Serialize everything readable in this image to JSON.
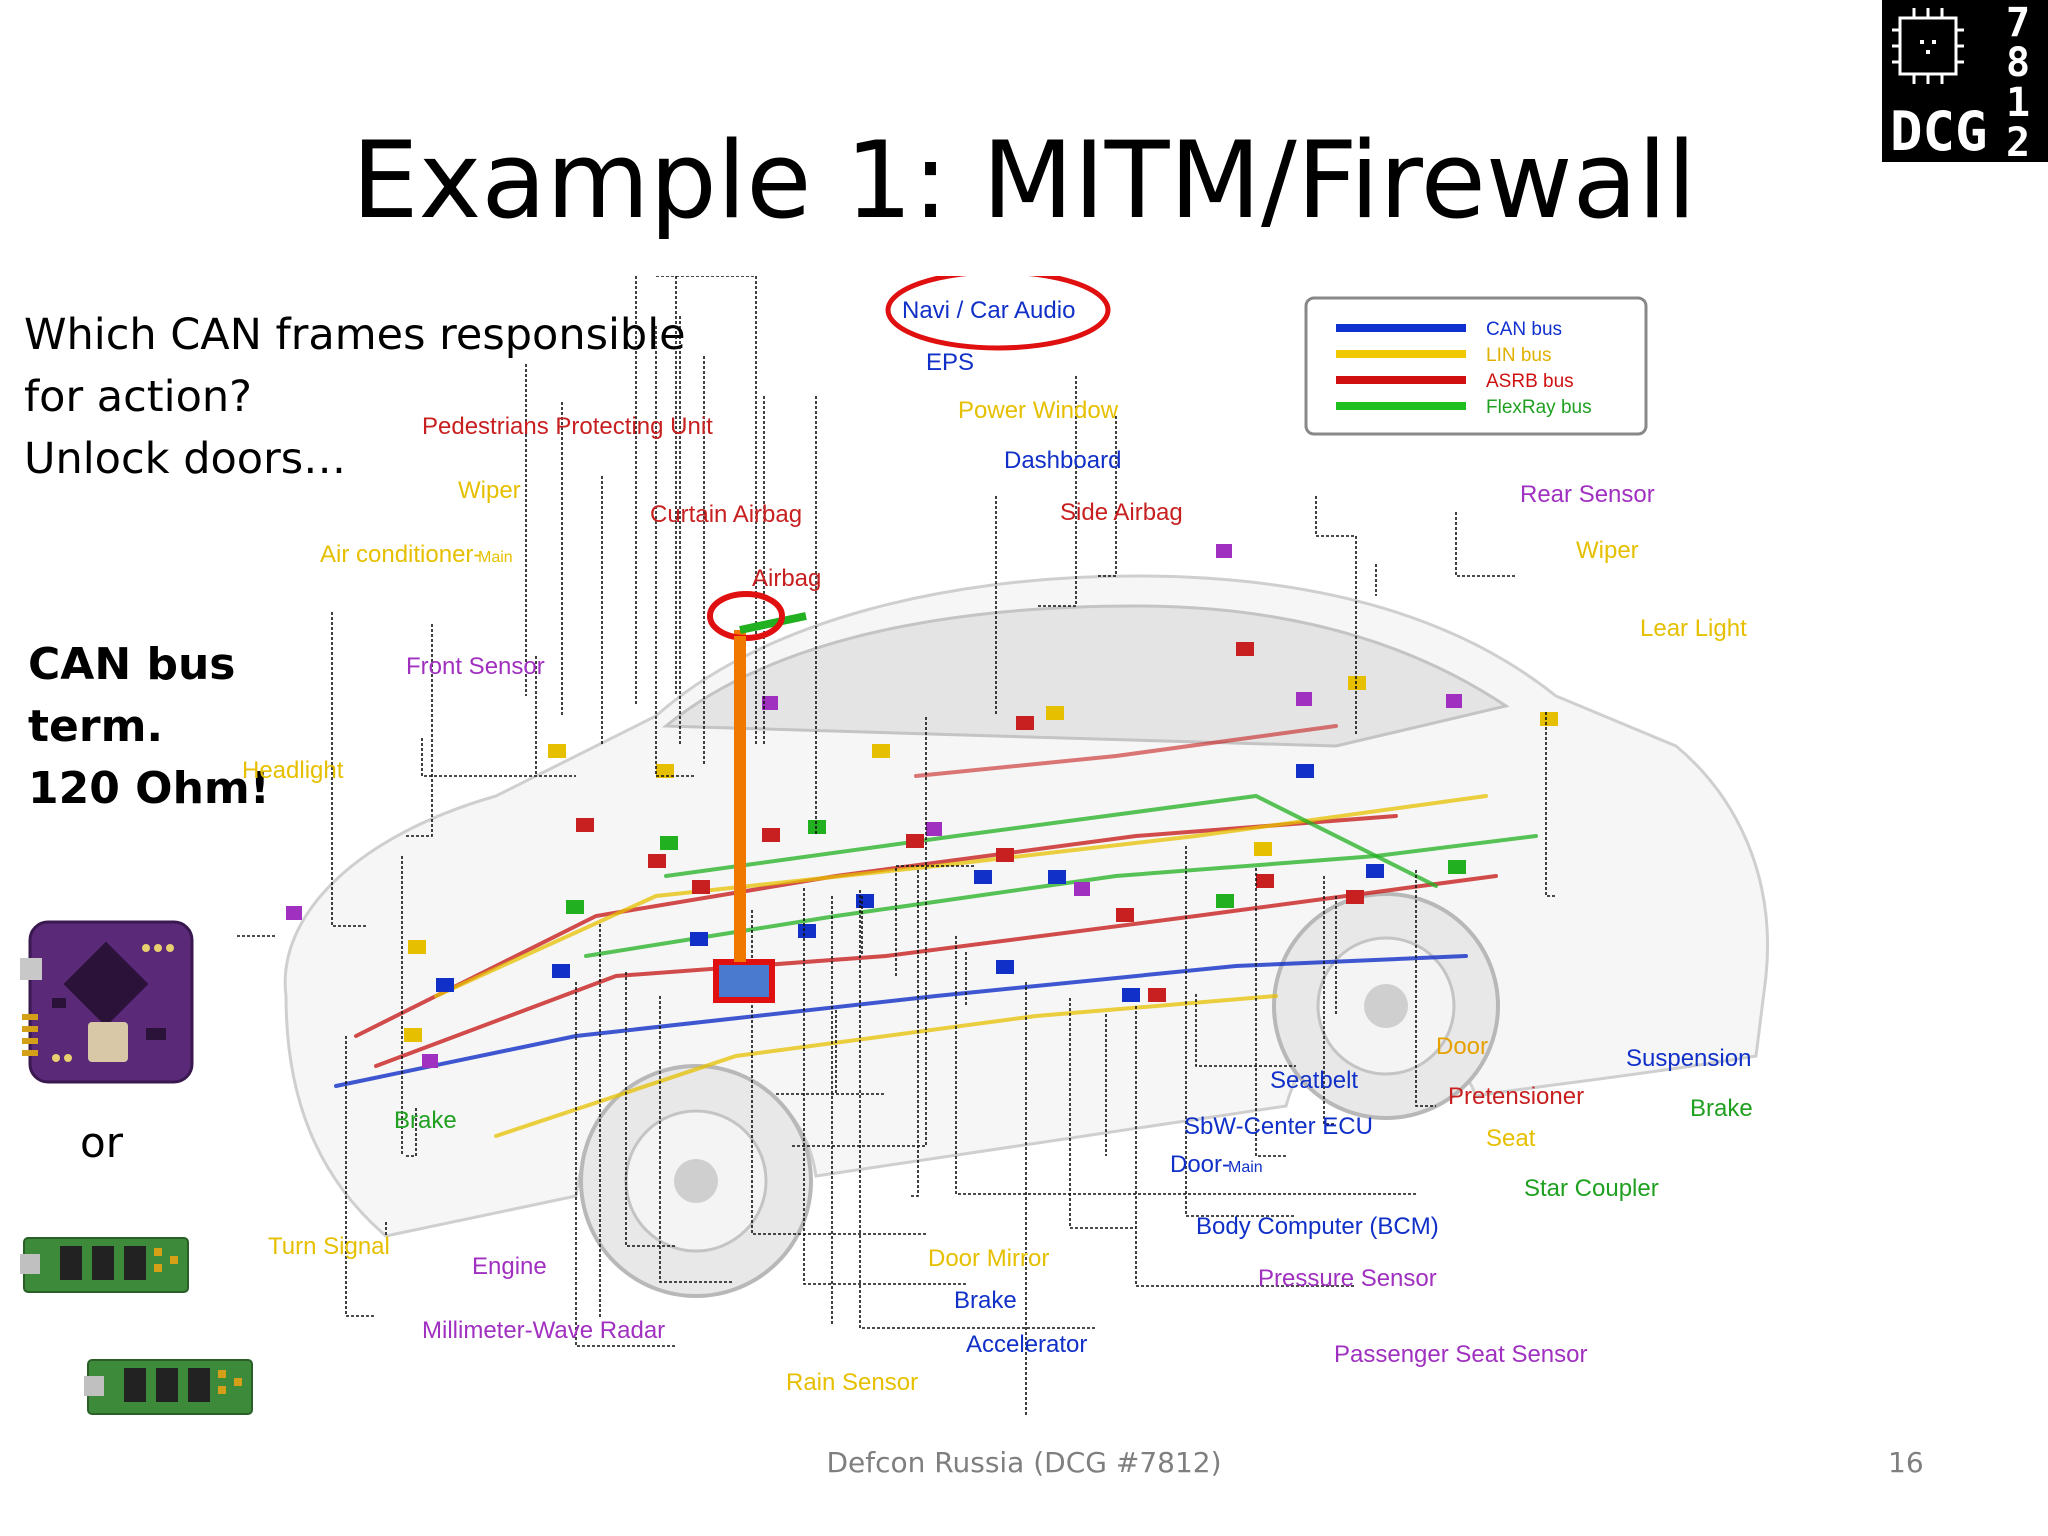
{
  "slide": {
    "title": "Example 1: MITM/Firewall",
    "question_lines": [
      "Which CAN frames responsible",
      "for action?",
      "Unlock doors…"
    ],
    "term_lines": [
      "CAN bus",
      "term.",
      "120 Ohm!"
    ],
    "or_label": "or",
    "footer": "Defcon Russia (DCG #7812)",
    "page_number": "16"
  },
  "logo": {
    "text": "DCG",
    "digits": [
      "7",
      "8",
      "1",
      "2"
    ]
  },
  "legend": [
    {
      "label": "CAN bus",
      "color": "#1030d0"
    },
    {
      "label": "LIN bus",
      "color": "#f0c800"
    },
    {
      "label": "ASRB bus",
      "color": "#d01010"
    },
    {
      "label": "FlexRay bus",
      "color": "#20c020"
    }
  ],
  "labels": {
    "navi": "Navi / Car Audio",
    "eps": "EPS",
    "power_window": "Power Window",
    "dashboard": "Dashboard",
    "side_airbag": "Side Airbag",
    "ped_unit": "Pedestrians Protecting Unit",
    "wiper_front": "Wiper",
    "curtain_airbag": "Curtain Airbag",
    "airbag": "Airbag",
    "air_cond": "Air conditioner-",
    "air_cond_sub": "Main",
    "front_sensor": "Front Sensor",
    "headlight": "Headlight",
    "rear_sensor": "Rear Sensor",
    "wiper_rear": "Wiper",
    "rear_light": "Lear Light",
    "door": "Door",
    "suspension": "Suspension",
    "seatbelt": "Seatbelt",
    "pretensioner": "Pretensioner",
    "brake_right": "Brake",
    "sbw": "SbW-Center ECU",
    "seat": "Seat",
    "door_main": "Door-",
    "door_main_sub": "Main",
    "star_coupler": "Star Coupler",
    "bcm": "Body Computer (BCM)",
    "pressure_sensor": "Pressure Sensor",
    "passenger_seat": "Passenger Seat Sensor",
    "brake_left": "Brake",
    "turn_signal": "Turn Signal",
    "engine": "Engine",
    "mm_radar": "Millimeter-Wave Radar",
    "door_mirror": "Door Mirror",
    "brake_bottom": "Brake",
    "accelerator": "Accelerator",
    "rain_sensor": "Rain Sensor"
  }
}
